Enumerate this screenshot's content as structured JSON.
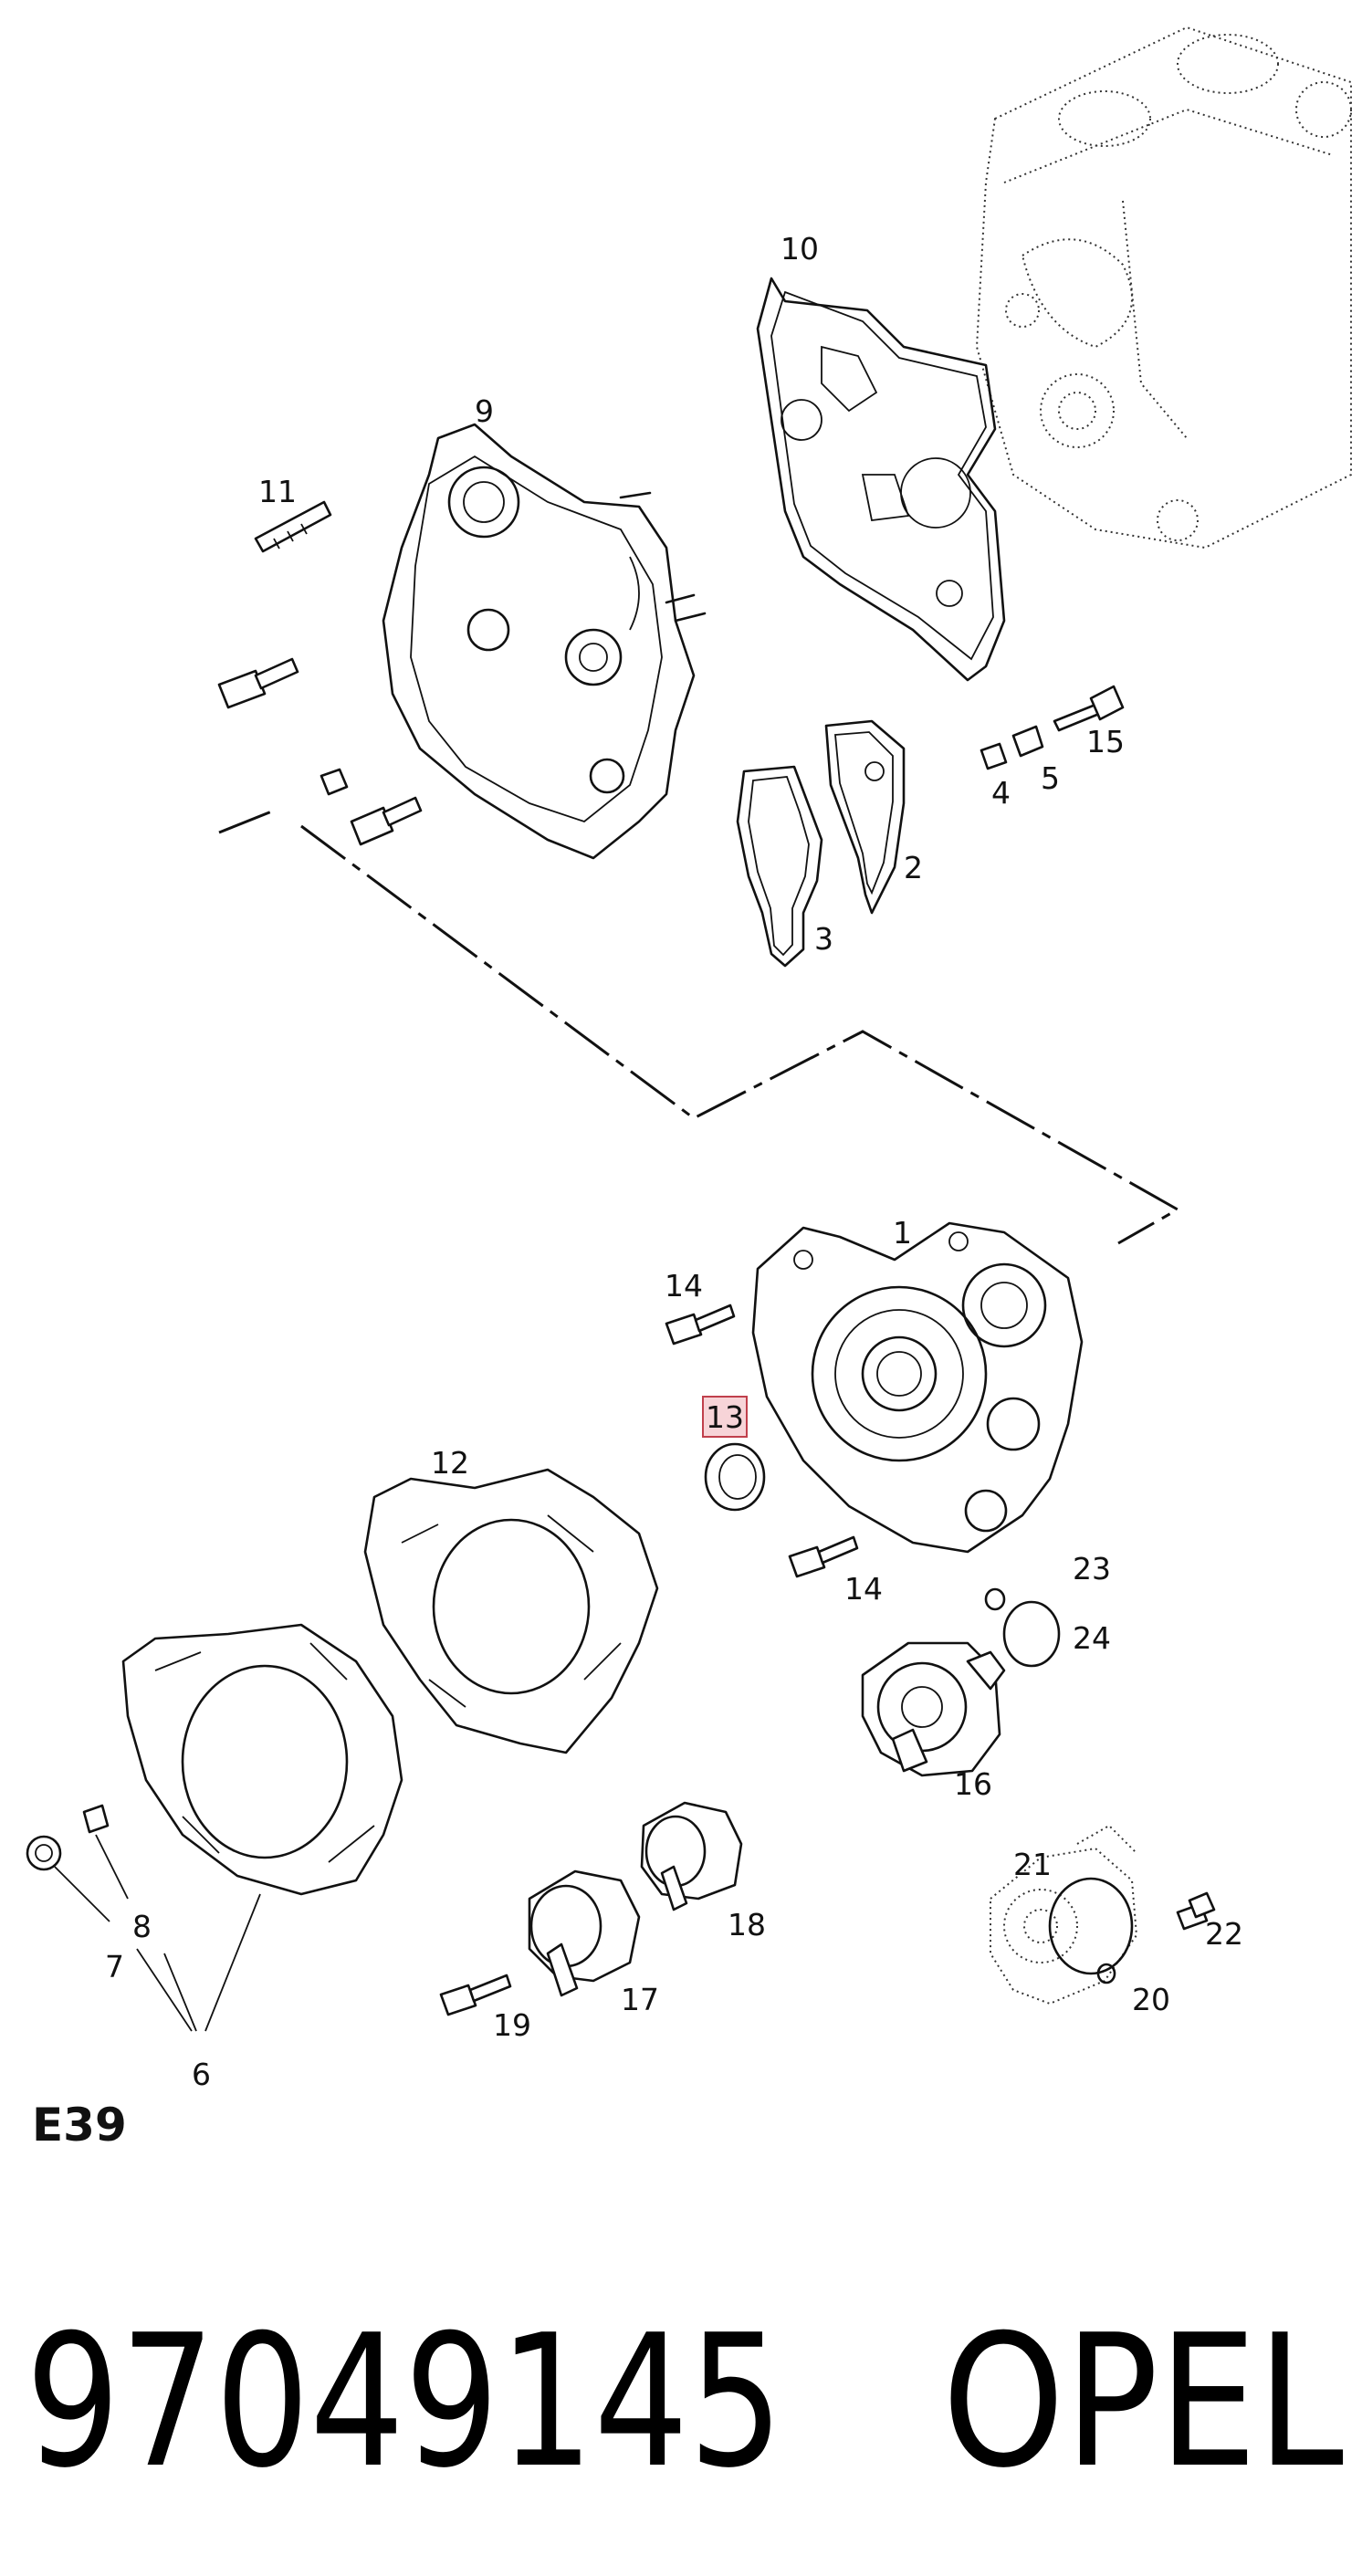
{
  "diagram": {
    "code": "E39",
    "part_number": "97049145",
    "brand": "OPEL",
    "highlighted_callout": "13",
    "callouts": {
      "c1": "1",
      "c2": "2",
      "c3": "3",
      "c4": "4",
      "c5": "5",
      "c6": "6",
      "c7": "7",
      "c8": "8",
      "c9": "9",
      "c10": "10",
      "c11": "11",
      "c12": "12",
      "c13": "13",
      "c14a": "14",
      "c14b": "14",
      "c15": "15",
      "c16": "16",
      "c17": "17",
      "c18": "18",
      "c19": "19",
      "c20": "20",
      "c21": "21",
      "c22": "22",
      "c23": "23",
      "c24": "24"
    },
    "colors": {
      "line": "#111111",
      "highlight_fill": "#f7d4d8",
      "highlight_border": "#c0404c"
    }
  }
}
